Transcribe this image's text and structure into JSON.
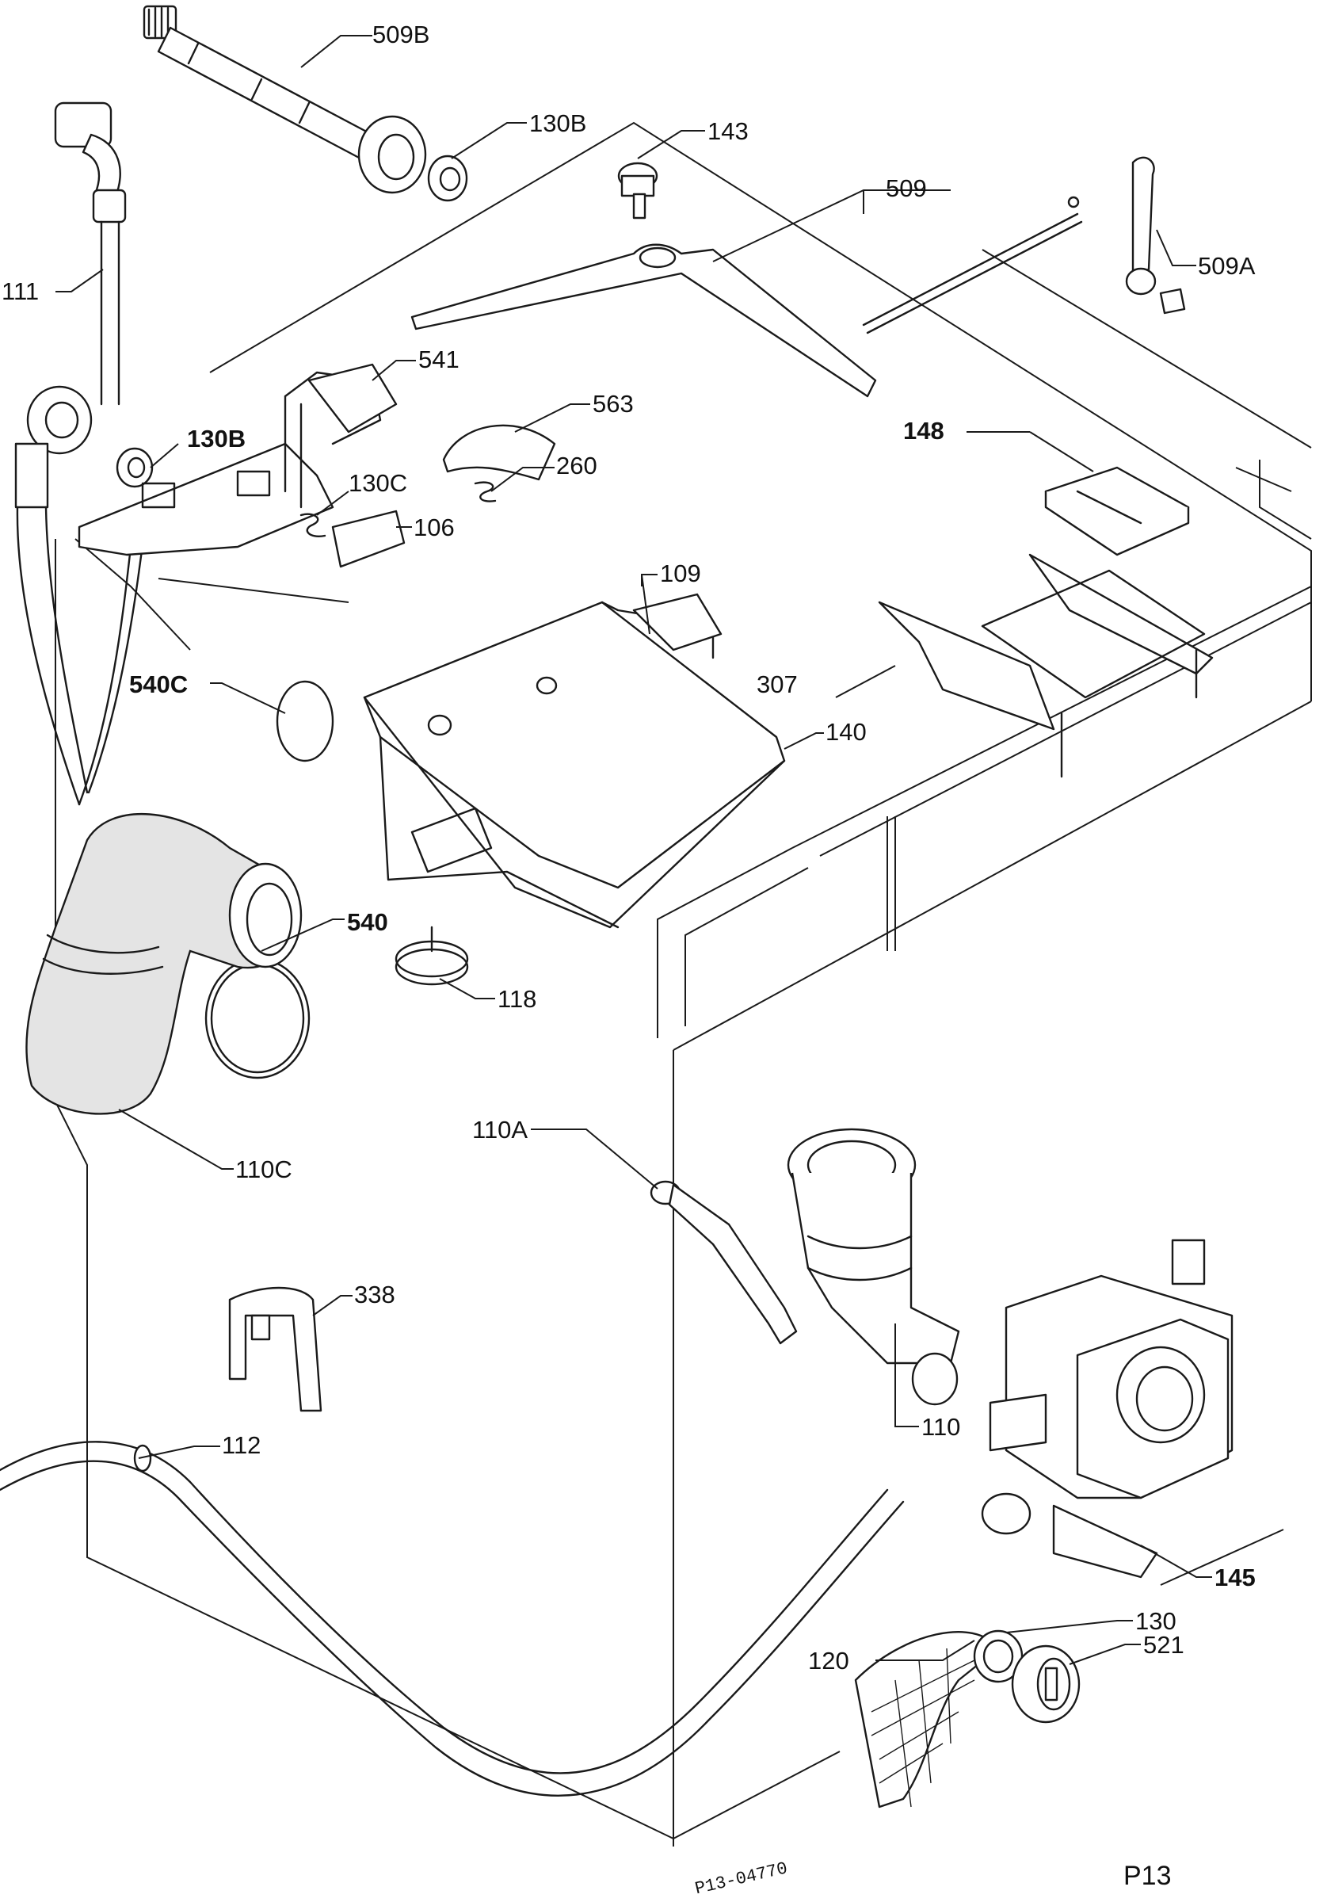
{
  "part_labels": [
    {
      "id": "p509b",
      "text": "509B"
    },
    {
      "id": "p130b_top",
      "text": "130B"
    },
    {
      "id": "p143",
      "text": "143"
    },
    {
      "id": "p509",
      "text": "509"
    },
    {
      "id": "p509a",
      "text": "509A"
    },
    {
      "id": "p111",
      "text": "111"
    },
    {
      "id": "p541",
      "text": "541"
    },
    {
      "id": "p563",
      "text": "563"
    },
    {
      "id": "p130b_mid",
      "text": "130B"
    },
    {
      "id": "p148",
      "text": "148"
    },
    {
      "id": "p130c",
      "text": "130C"
    },
    {
      "id": "p260",
      "text": "260"
    },
    {
      "id": "p106",
      "text": "106"
    },
    {
      "id": "p109",
      "text": "109"
    },
    {
      "id": "p540c",
      "text": "540C"
    },
    {
      "id": "p307",
      "text": "307"
    },
    {
      "id": "p140",
      "text": "140"
    },
    {
      "id": "p540",
      "text": "540"
    },
    {
      "id": "p118",
      "text": "118"
    },
    {
      "id": "p110c",
      "text": "110C"
    },
    {
      "id": "p110a",
      "text": "110A"
    },
    {
      "id": "p338",
      "text": "338"
    },
    {
      "id": "p110",
      "text": "110"
    },
    {
      "id": "p112",
      "text": "112"
    },
    {
      "id": "p145",
      "text": "145"
    },
    {
      "id": "p130",
      "text": "130"
    },
    {
      "id": "p120",
      "text": "120"
    },
    {
      "id": "p521",
      "text": "521"
    }
  ],
  "sheet_code": "P13-04770",
  "page_id": "P13"
}
